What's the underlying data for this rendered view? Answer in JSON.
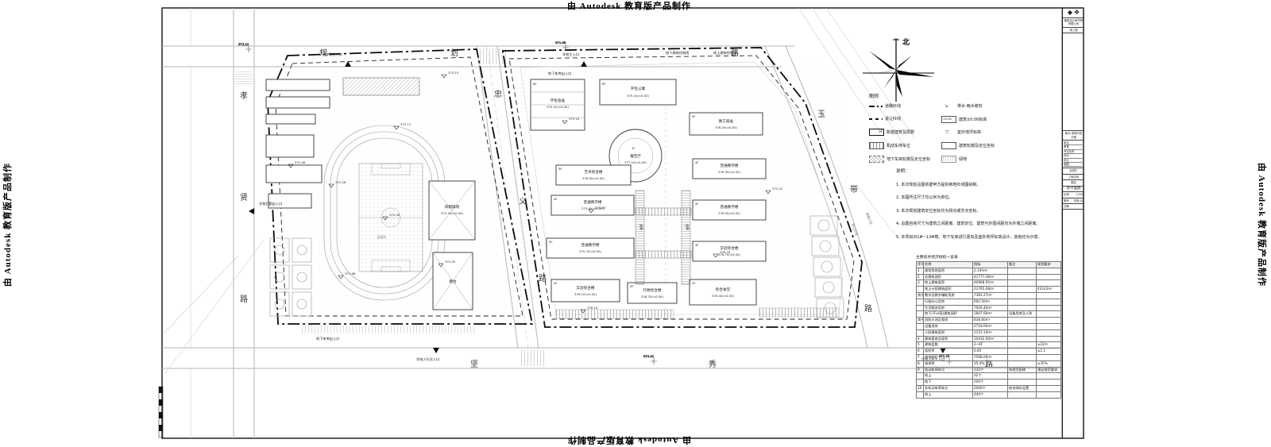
{
  "watermark": {
    "text": "由 Autodesk 教育版产品制作"
  },
  "north": {
    "label": "北"
  },
  "roads": {
    "top": {
      "chars": [
        "规",
        "划",
        "路"
      ]
    },
    "left": {
      "chars": [
        "孝",
        "贤",
        "路"
      ]
    },
    "middle": {
      "chars": [
        "忠",
        "义",
        "路"
      ]
    },
    "right": {
      "chars": [
        "玉",
        "带",
        "路"
      ]
    },
    "bottom": {
      "chars": [
        "坚",
        "秀",
        "路"
      ]
    }
  },
  "labels": {
    "entrance_top_minor": "学校次入口",
    "entrance_top_main": "学校主入口",
    "ctrl_underground": "地下建筑控制线",
    "ctrl_above": "地上建筑控制线",
    "entrance_bottom_minor": "学校人行次入口",
    "entrance_bottom_main": "学校人行主入口",
    "entrance_left": "学校后勤出入口",
    "garage_entry_1": "地下车库出入口",
    "garage_entry_2": "地下车库出入口",
    "redline_road": "道路红线",
    "redline_setback": "退让红线",
    "football_field": "足球场",
    "stand": "看台"
  },
  "legend": {
    "title": "图例",
    "left": [
      {
        "icon": "dashdot",
        "label": "道路红线"
      },
      {
        "icon": "dashed",
        "label": "退让红线"
      },
      {
        "icon": "bldg",
        "label": "新建建筑及层数"
      },
      {
        "icon": "parking",
        "label": "机动车停车位"
      },
      {
        "icon": "garage",
        "label": "地下车库轮廓及定位坐标"
      }
    ],
    "right": [
      {
        "icon": "slope",
        "label": "排水·雨水坡向"
      },
      {
        "icon": "level",
        "label": "建筑±0.00标高"
      },
      {
        "icon": "ground",
        "label": "室外地坪标高"
      },
      {
        "icon": "outline",
        "label": "建筑轮廓及定位坐标"
      },
      {
        "icon": "green",
        "label": "绿地"
      }
    ]
  },
  "notes": {
    "title": "说明：",
    "lines": [
      "1. 本次规划总图依据甲方提供用地红线图绘制。",
      "2. 本图所注尺寸均以米为单位。",
      "3. 本次规划建筑定位坐标均为拐点或交点坐标。",
      "4. 总图自身尺寸为建筑之间距离、建筑定位、建筑与外围间距均为外墙之间距离。",
      "5. 本项目对1#~13#楼、地下车库进行竖向及室外地坪标高设计，其他均为示意。"
    ]
  },
  "table": {
    "title": "主要技术经济指标一览表",
    "headers": [
      "序号",
      "名称",
      "指标",
      "备注",
      "规划要求"
    ],
    "rows": [
      [
        "1",
        "规划用地面积",
        "2.14hm²",
        "",
        ""
      ],
      [
        "2",
        "总建筑面积",
        "41777.46m²",
        "",
        ""
      ],
      [
        "3",
        "地上建筑面积",
        "40968.92m²",
        "",
        ""
      ],
      [
        "",
        "地上计容建筑面积",
        "23765.08m²",
        "",
        "43143m²"
      ],
      [
        "其中",
        "教学及教学辅助用房",
        "7381.27m²",
        "",
        ""
      ],
      [
        "",
        "行政办公用房",
        "692.50m²",
        "",
        ""
      ],
      [
        "",
        "生活服务用房",
        "7926.40m²",
        "",
        ""
      ],
      [
        "",
        "地下(不计容)建筑面积",
        "1807.60m²",
        "设备用房及人防",
        ""
      ],
      [
        "其中",
        "消防水池及泵房",
        "638.60m²",
        "",
        ""
      ],
      [
        "",
        "设备用房",
        "2718.00m²",
        "",
        ""
      ],
      [
        "",
        "人防建筑面积",
        "1153.10m²",
        "",
        ""
      ],
      [
        "4",
        "建筑基底总面积",
        "10432.00m²",
        "",
        ""
      ],
      [
        "5",
        "建筑层数",
        "2~6F",
        "",
        "≤22m"
      ],
      [
        "6",
        "容积率",
        "0.85",
        "",
        "≤1.1"
      ],
      [
        "7",
        "绿地面积",
        "7568.00m²",
        "",
        ""
      ],
      [
        "8",
        "绿地率",
        "35.4%",
        "",
        "≥35%"
      ],
      [
        "9",
        "机动车停车位",
        "132个",
        "按规范配建",
        "满足规范要求"
      ],
      [
        "",
        "地上",
        "32个",
        "",
        ""
      ],
      [
        "",
        "地下",
        "100个",
        "",
        ""
      ],
      [
        "10",
        "非机动车停车位",
        "2000个",
        "结合绿化设置",
        ""
      ],
      [
        "",
        "地上",
        "440个",
        "",
        ""
      ]
    ]
  },
  "titleblock": {
    "logo1": "◆",
    "logo2": "❖",
    "company": "建筑设计研究院有限公司",
    "stage": "施工图",
    "revision_header": "版次 修改内容 日期",
    "roles": [
      "审定",
      "审核",
      "专业负责人",
      "校对",
      "设计",
      "制图"
    ],
    "sign_note": "会签栏",
    "project_label": "工程名称",
    "drawing_label": "图名",
    "drawing_name": "总平面图",
    "scale_label": "比例",
    "scale": "1:500",
    "no_label": "图号",
    "no": "总施-01",
    "date_label": "日期",
    "date": ""
  },
  "buildings": [
    {
      "name": "学生宿舍",
      "elev": "375.10(±0.00)",
      "floors": "6F"
    },
    {
      "name": "学生公寓",
      "elev": "375.10(±0.00)",
      "floors": "6F"
    },
    {
      "name": "报告厅",
      "elev": "377.10(±0.00)",
      "floors": "1F"
    },
    {
      "name": "艺术综合楼",
      "elev": "376.90(±0.00)",
      "floors": "3F"
    },
    {
      "name": "普通教学楼",
      "elev": "375.90(±0.00)",
      "floors": "4F"
    },
    {
      "name": "普通教学楼",
      "elev": "375.70(±0.00)",
      "floors": "5F"
    },
    {
      "name": "实验综合楼",
      "elev": "376.10(±0.00)",
      "floors": "4F"
    },
    {
      "name": "教工宿舍",
      "elev": "376.20(±0.00)",
      "floors": "5F"
    },
    {
      "name": "普通教学楼",
      "elev": "376.30(±0.00)",
      "floors": "4F"
    },
    {
      "name": "普通教学楼",
      "elev": "376.50(±0.00)",
      "floors": "4F"
    },
    {
      "name": "实验综合楼",
      "elev": "376.70(±0.00)",
      "floors": "4F"
    },
    {
      "name": "行政综合楼",
      "elev": "376.70(±0.00)",
      "floors": "5F"
    },
    {
      "name": "综合食堂",
      "elev": "376.40(±0.00)",
      "floors": "2F"
    },
    {
      "name": "风雨操场",
      "elev": "372.30(±0.00)",
      "floors": "1F"
    },
    {
      "name": "连廊",
      "elev": "",
      "floors": ""
    }
  ],
  "markers": [
    "372.30",
    "372.17",
    "372.28",
    "372.46",
    "372.05",
    "371.96",
    "375.10",
    "375.90",
    "376.70",
    "372.15",
    "376.10",
    "372.41"
  ],
  "crosses": [
    "372.12",
    "371.98",
    "371.75",
    "372.41"
  ]
}
